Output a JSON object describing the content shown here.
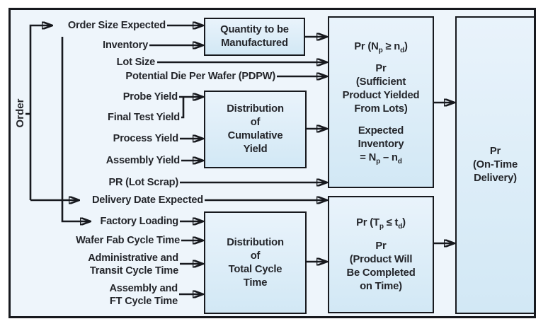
{
  "diagram": {
    "order_label": "Order",
    "inputs": [
      {
        "id": "order-size-expected",
        "text": "Order Size Expected"
      },
      {
        "id": "inventory",
        "text": "Inventory"
      },
      {
        "id": "lot-size",
        "text": "Lot Size"
      },
      {
        "id": "pdpw",
        "text": "Potential Die Per Wafer (PDPW)"
      },
      {
        "id": "probe-yield",
        "text": "Probe Yield"
      },
      {
        "id": "final-test-yield",
        "text": "Final Test Yield"
      },
      {
        "id": "process-yield",
        "text": "Process Yield"
      },
      {
        "id": "assembly-yield",
        "text": "Assembly Yield"
      },
      {
        "id": "pr-lot-scrap",
        "text": "PR (Lot Scrap)"
      },
      {
        "id": "delivery-date-expected",
        "text": "Delivery Date Expected"
      },
      {
        "id": "factory-loading",
        "text": "Factory Loading"
      },
      {
        "id": "wafer-fab-cycle-time",
        "text": "Wafer Fab Cycle Time"
      },
      {
        "id": "admin-transit-cycle-time",
        "text": "Administrative and\nTransit Cycle Time"
      },
      {
        "id": "assembly-ft-cycle-time",
        "text": "Assembly and\nFT Cycle Time"
      }
    ],
    "boxes": {
      "quantity": {
        "text": "Quantity to be\nManufactured"
      },
      "dist_yield": {
        "text": "Distribution\nof\nCumulative\nYield"
      },
      "dist_cycle": {
        "text": "Distribution\nof\nTotal Cycle\nTime"
      },
      "prob_inventory": {
        "formula": {
          "pre": "Pr (N",
          "sub1": "p",
          "mid": " ≥ n",
          "sub2": "d",
          "post": ")"
        },
        "desc": "Pr\n(Sufficient\nProduct Yielded\nFrom Lots)",
        "expected": "Expected\nInventory",
        "eq": {
          "pre": "= N",
          "sub1": "p",
          "mid": " – n",
          "sub2": "d",
          "post": ""
        }
      },
      "prob_time": {
        "formula": {
          "pre": "Pr (T",
          "sub1": "p",
          "mid": " ≤ t",
          "sub2": "d",
          "post": ")"
        },
        "desc": "Pr\n(Product Will\nBe Completed\non Time)"
      },
      "prob_delivery": {
        "text": "Pr\n(On-Time\nDelivery)"
      }
    },
    "colors": {
      "canvas": "#ffffff",
      "frame_fill": "#eef5fb",
      "box_fill_top": "#e9f3fb",
      "box_fill_bottom": "#d2e8f5",
      "line": "#17191e",
      "text": "#24262b"
    }
  }
}
